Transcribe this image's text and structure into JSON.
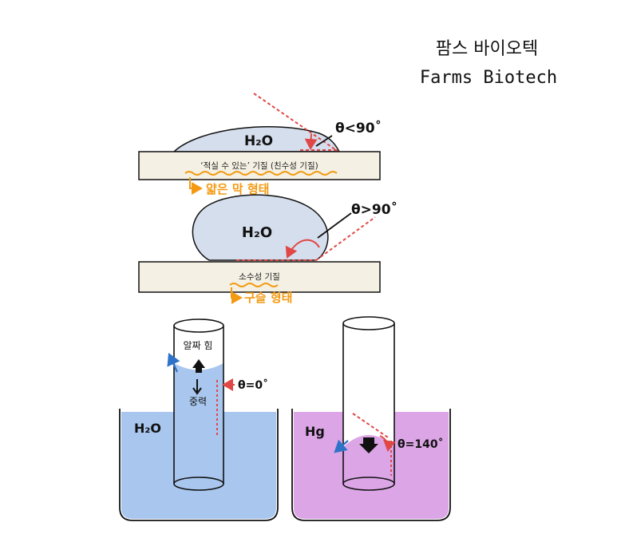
{
  "brand": {
    "name_ko": "팜스 바이오텍",
    "name_en": "Farms Biotech"
  },
  "hydrophilic": {
    "liquid_label": "H₂O",
    "angle_label": "θ<90˚",
    "substrate_label": "‘적실 수 있는’ 기질 (친수성 기질)",
    "shape_label": "얇은 막 형태"
  },
  "hydrophobic": {
    "liquid_label": "H₂O",
    "angle_label": "θ>90˚",
    "substrate_label": "소수성 기질",
    "shape_label": "구슬 형태"
  },
  "water_tube": {
    "liquid_label": "H₂O",
    "force_up_label": "알짜 힘",
    "force_down_label": "중력",
    "angle_label": "θ=0˚"
  },
  "mercury_tube": {
    "liquid_label": "Hg",
    "angle_label": "θ=140˚"
  },
  "colors": {
    "water": "#a8c6ee",
    "mercury": "#dca5e6",
    "droplet": "#d5deec",
    "substrate": "#f4f1e4",
    "orange": "#f39a12",
    "red_dashed": "#e04848",
    "blue_arrow": "#2f73c9"
  }
}
